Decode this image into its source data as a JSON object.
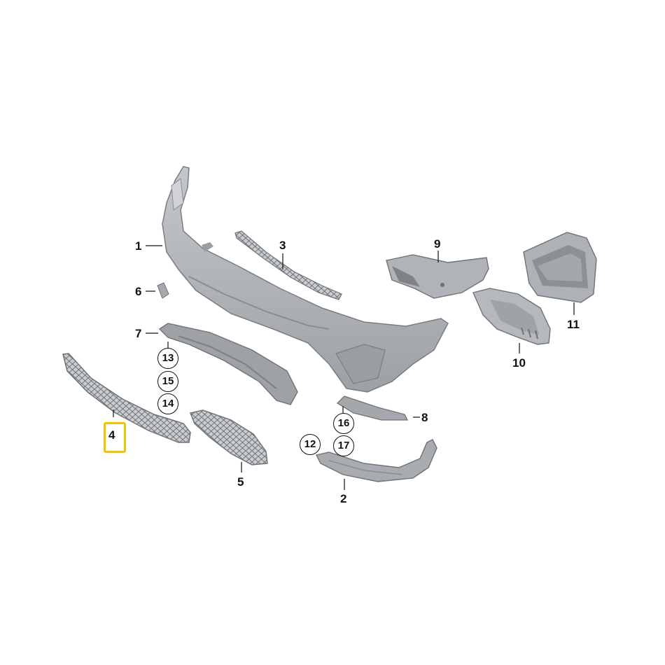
{
  "diagram": {
    "labels": {
      "p1": "1",
      "p2": "2",
      "p3": "3",
      "p4": "4",
      "p5": "5",
      "p6": "6",
      "p7": "7",
      "p8": "8",
      "p9": "9",
      "p10": "10",
      "p11": "11",
      "p12": "12",
      "p13": "13",
      "p14": "14",
      "p15": "15",
      "p16": "16",
      "p17": "17"
    },
    "highlighted_part": "4",
    "colors": {
      "part_fill": "#b4b7bb",
      "part_shadow": "#8d9094",
      "part_light": "#d6d8db",
      "highlight": "#f2c400",
      "text": "#111111"
    }
  }
}
